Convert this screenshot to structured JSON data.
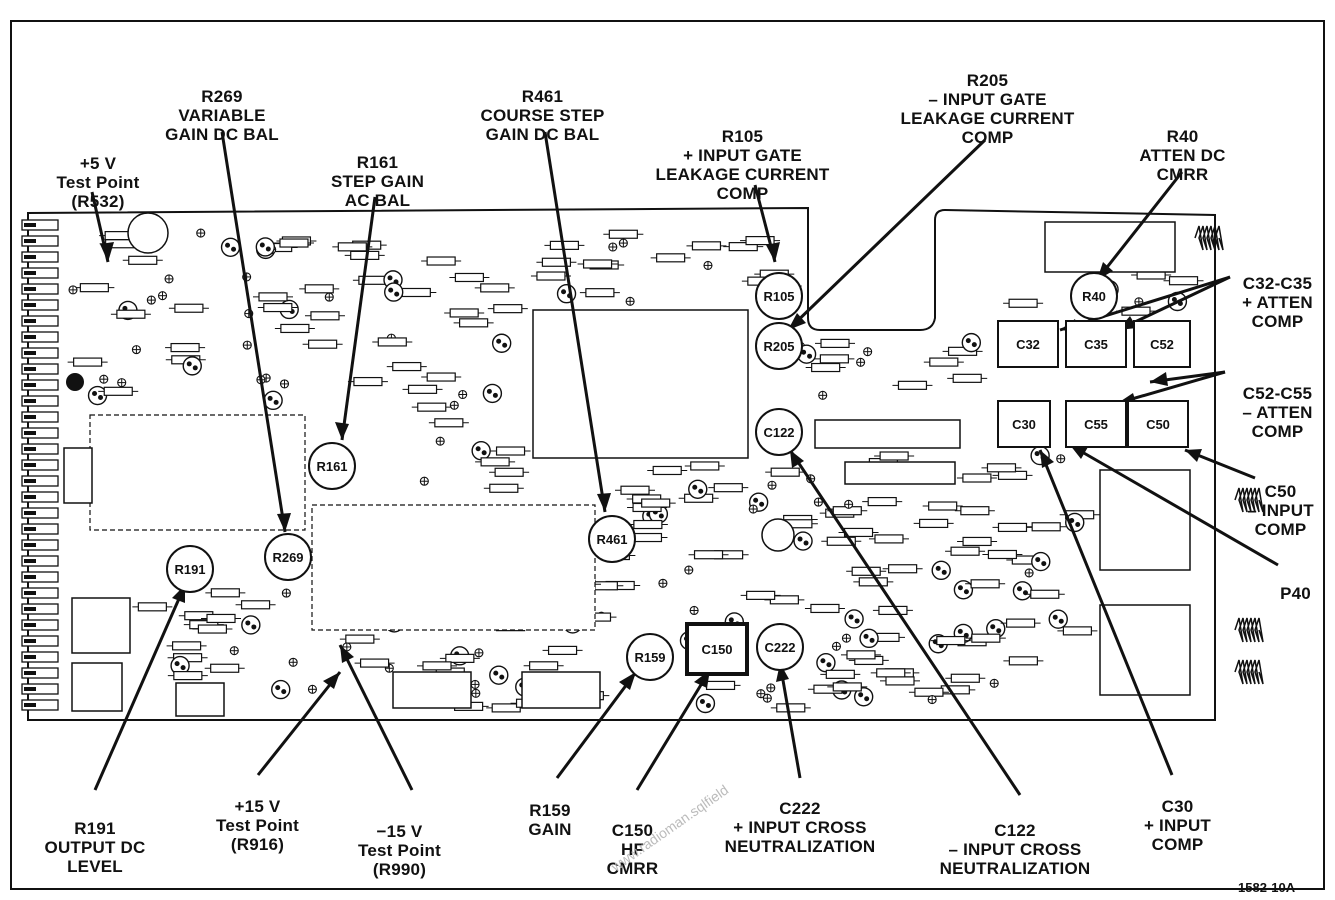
{
  "figure_id": "1582-10A",
  "callouts": {
    "p5v": [
      "+5 V",
      "Test Point",
      "(R532)"
    ],
    "r269": [
      "R269",
      "VARIABLE",
      "GAIN DC BAL"
    ],
    "r161": [
      "R161",
      "STEP GAIN",
      "AC BAL"
    ],
    "r461": [
      "R461",
      "COURSE STEP",
      "GAIN DC BAL"
    ],
    "r105": [
      "R105",
      "+ INPUT GATE",
      "LEAKAGE CURRENT",
      "COMP"
    ],
    "r205": [
      "R205",
      "– INPUT GATE",
      "LEAKAGE CURRENT",
      "COMP"
    ],
    "r40": [
      "R40",
      "ATTEN DC",
      "CMRR"
    ],
    "c32": [
      "C32-C35",
      "+ ATTEN",
      "COMP"
    ],
    "c52": [
      "C52-C55",
      "– ATTEN",
      "COMP"
    ],
    "c50": [
      "C50",
      "– INPUT",
      "COMP"
    ],
    "p40": [
      "P40"
    ],
    "r191": [
      "R191",
      "OUTPUT DC",
      "LEVEL"
    ],
    "p15v": [
      "+15 V",
      "Test Point",
      "(R916)"
    ],
    "m15v": [
      "−15 V",
      "Test Point",
      "(R990)"
    ],
    "r159": [
      "R159",
      "GAIN"
    ],
    "c150": [
      "C150",
      "HF",
      "CMRR"
    ],
    "c222": [
      "C222",
      "+ INPUT CROSS",
      "NEUTRALIZATION"
    ],
    "c122": [
      "C122",
      "– INPUT CROSS",
      "NEUTRALIZATION"
    ],
    "c30": [
      "C30",
      "+ INPUT",
      "COMP"
    ]
  },
  "board_markers": {
    "r105": "R105",
    "r205": "R205",
    "r40": "R40",
    "r161": "R161",
    "r269": "R269",
    "r191": "R191",
    "r461": "R461",
    "r159": "R159",
    "c222_top": "C222",
    "c122": "C122",
    "c150": "C150",
    "c32": "C32",
    "c35": "C35",
    "c52": "C52",
    "c30": "C30",
    "c55": "C55",
    "c50": "C50"
  },
  "watermark": "www.radioman.sqlfield"
}
